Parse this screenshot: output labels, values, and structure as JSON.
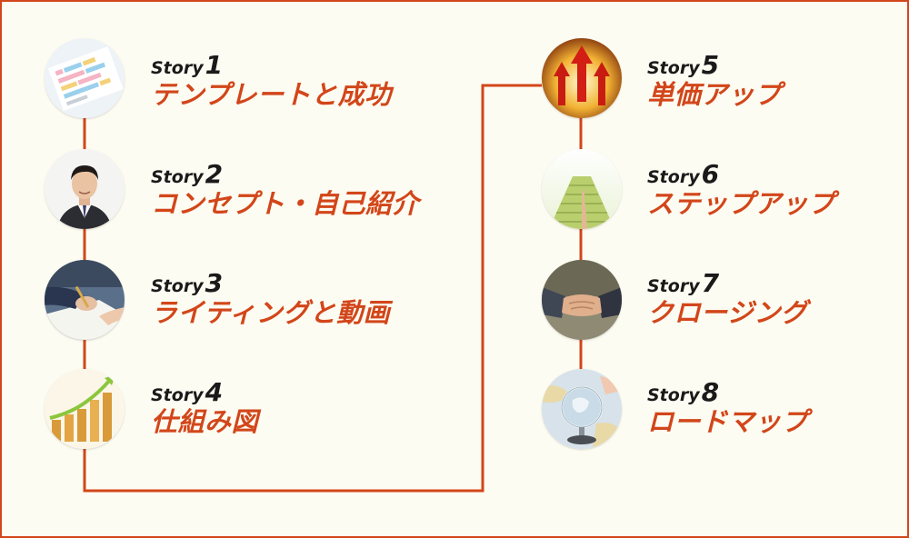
{
  "stories": [
    {
      "word": "Story",
      "num": "1",
      "title": "テンプレートと成功",
      "icon": "bar-chart-report-icon"
    },
    {
      "word": "Story",
      "num": "2",
      "title": "コンセプト・自己紹介",
      "icon": "businessman-portrait-icon"
    },
    {
      "word": "Story",
      "num": "3",
      "title": "ライティングと動画",
      "icon": "writing-hand-icon"
    },
    {
      "word": "Story",
      "num": "4",
      "title": "仕組み図",
      "icon": "rising-bars-arrow-icon"
    },
    {
      "word": "Story",
      "num": "5",
      "title": "単価アップ",
      "icon": "red-arrows-up-icon"
    },
    {
      "word": "Story",
      "num": "6",
      "title": "ステップアップ",
      "icon": "stairs-upward-icon"
    },
    {
      "word": "Story",
      "num": "7",
      "title": "クロージング",
      "icon": "handshake-icon"
    },
    {
      "word": "Story",
      "num": "8",
      "title": "ロードマップ",
      "icon": "globe-map-icon"
    }
  ],
  "colors": {
    "accent": "#d2461a",
    "background": "#fdfcf2",
    "text": "#1a1a1a"
  }
}
